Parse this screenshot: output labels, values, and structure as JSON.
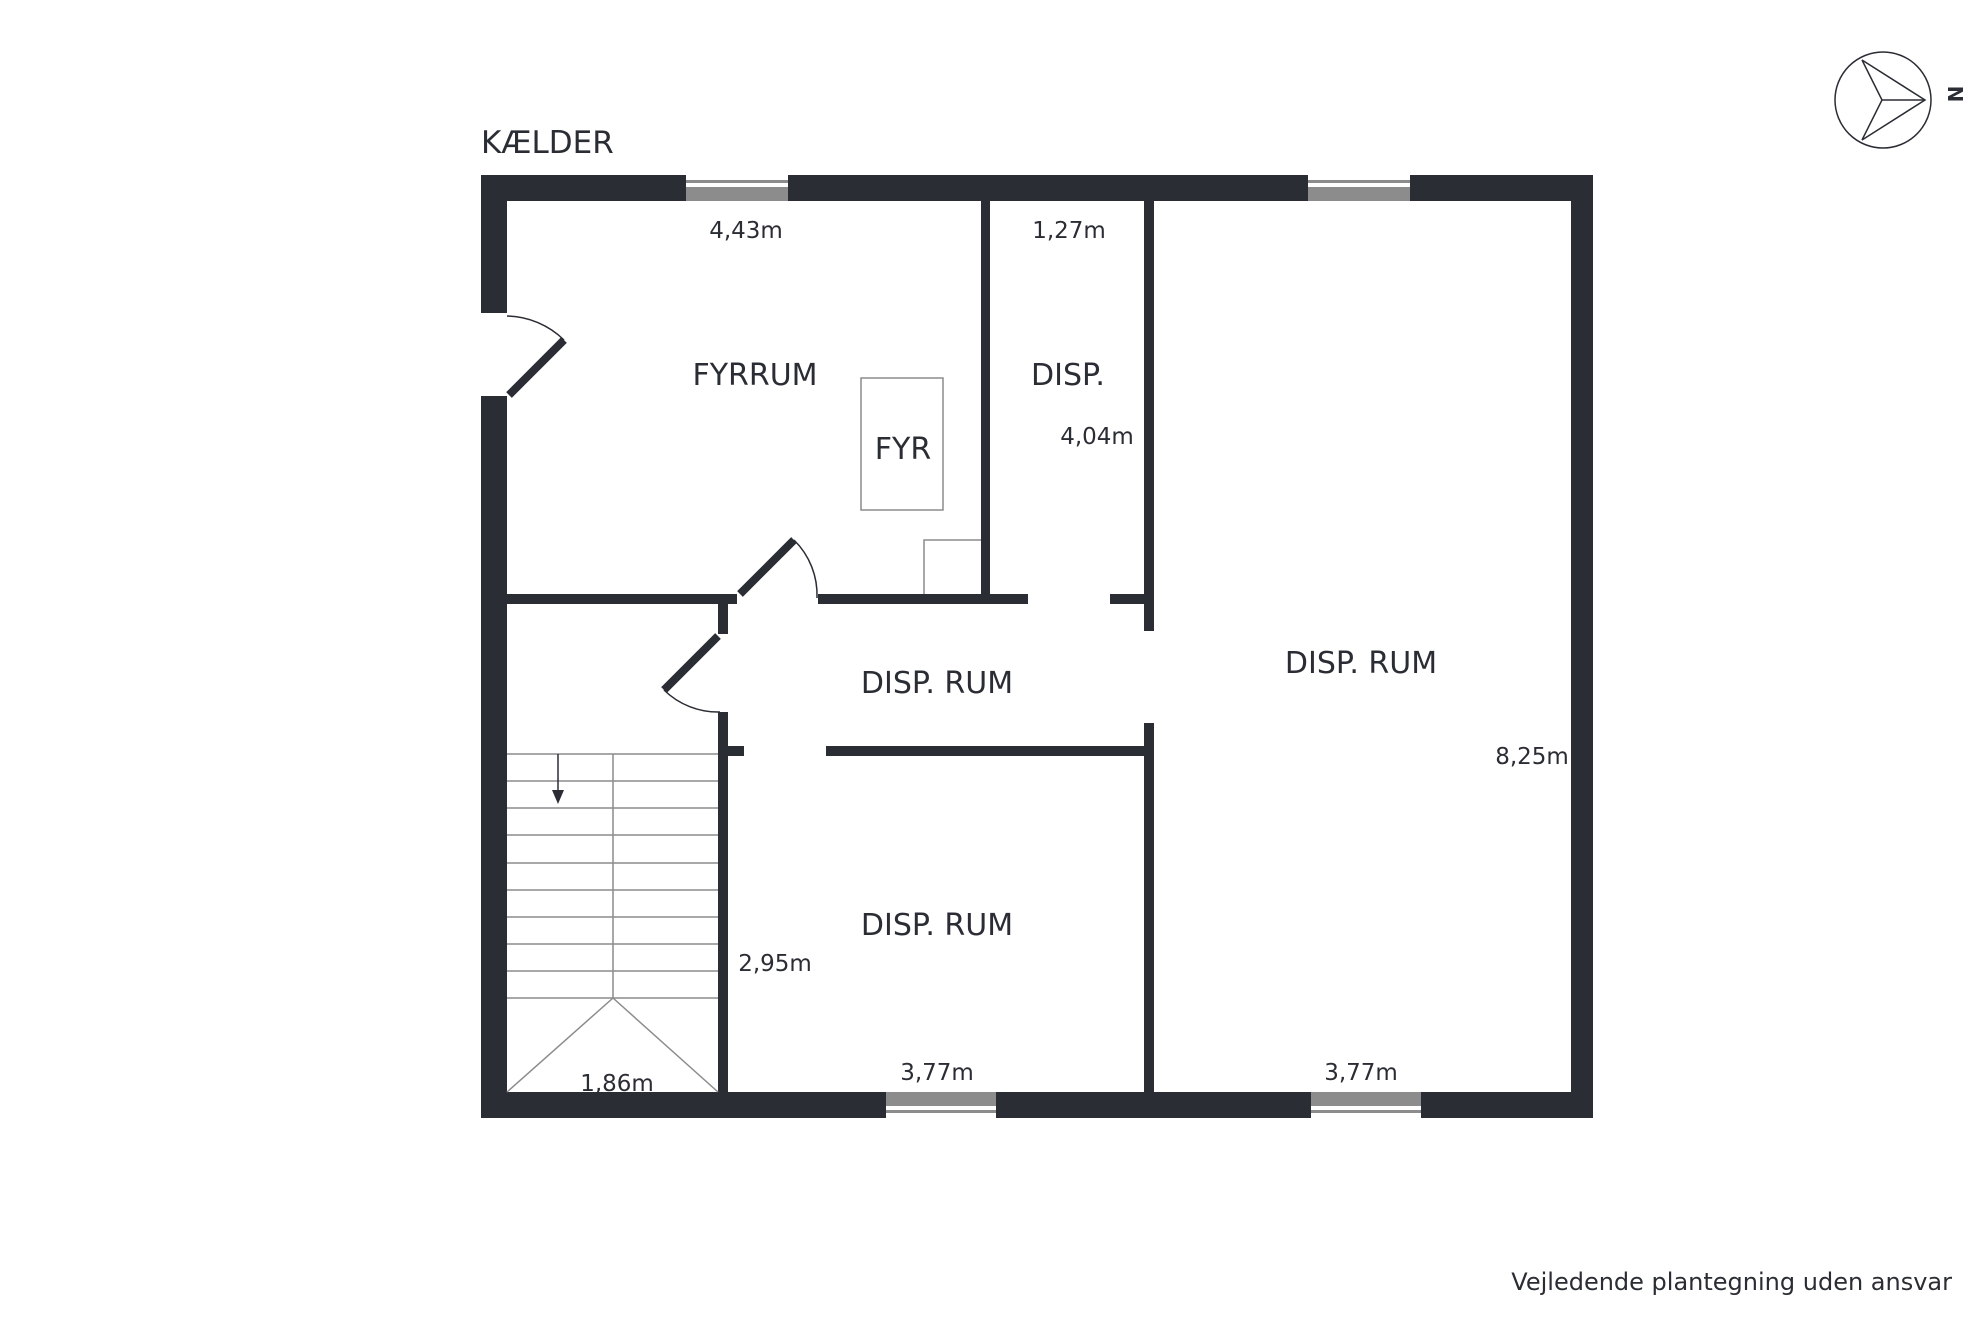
{
  "floor_title": "KÆLDER",
  "rooms": {
    "fyrrum": "FYRRUM",
    "fyr": "FYR",
    "disp_small": "DISP.",
    "disp_rum_hall": "DISP. RUM",
    "disp_rum_bottom": "DISP. RUM",
    "disp_rum_large": "DISP. RUM"
  },
  "dimensions": {
    "fyrrum_width": "4,43m",
    "disp_small_width": "1,27m",
    "disp_small_depth": "4,04m",
    "large_room_depth": "8,25m",
    "bottom_room_depth": "2,95m",
    "bottom_room_width": "3,77m",
    "large_room_width": "3,77m",
    "stair_width": "1,86m"
  },
  "compass": {
    "letter": "N"
  },
  "disclaimer": "Vejledende plantegning uden ansvar",
  "colors": {
    "wall": "#2a2d34",
    "window": "#8c8c8c",
    "line": "#2a2d34"
  }
}
